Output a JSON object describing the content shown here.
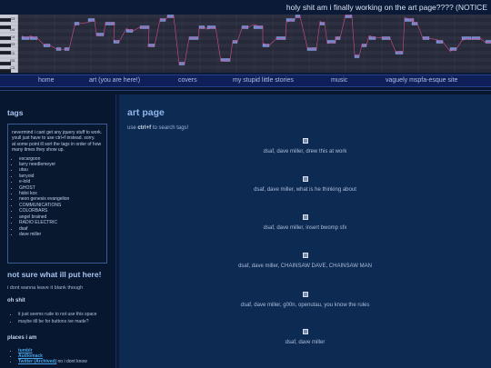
{
  "banner": {
    "marquee": "holy shit am i finally working on the art page???? (NOTICE",
    "piano_key_labels": [
      "G3",
      "D4",
      "C4",
      "G3",
      "E3",
      "D3",
      "C3"
    ]
  },
  "nav": {
    "items": [
      {
        "label": "home"
      },
      {
        "label": "art (you are here!)"
      },
      {
        "label": "covers"
      },
      {
        "label": "my stupid little stories"
      },
      {
        "label": "music"
      },
      {
        "label": "vaguely mspfa-esque site"
      }
    ]
  },
  "sidebar": {
    "tags_heading": "tags",
    "tags_note_1": "nevermind i cant get any jquery stuff to work. youll just have to use ctrl+f instead. sorry.",
    "tags_note_2": "at some point ill sort the tags in order of how many times they show up.",
    "tags": [
      "escargoon",
      "larry needlemeyer",
      "utau",
      "larryoid",
      "e-lold",
      "GHOST",
      "hidoi kox",
      "neon genesis evangelion",
      "COMMUNICATIONS",
      "COLORBARS",
      "angel brained",
      "RADIO ELECTRIC",
      "dsaf",
      "dave miller"
    ],
    "nsw_heading": "not sure what ill put here!",
    "nsw_text": "i dont wanna leave it blank though",
    "oh_shit_heading": "oh shit",
    "oh_shit_items": [
      "it just seems rude to not use this space",
      "maybe itll be for buttons ive made?"
    ],
    "places_heading": "places i am",
    "places": [
      {
        "link": "tumblr",
        "suffix": ""
      },
      {
        "link": "Audiomack",
        "suffix": ""
      },
      {
        "link": "Twitter (Archived)",
        "suffix": " no i dont know"
      }
    ]
  },
  "main": {
    "title": "art page",
    "hint_pre": "use ",
    "hint_key": "ctrl+f",
    "hint_post": " to search tags!",
    "entries": [
      {
        "caption": "dsaf, dave miller, drew this at work"
      },
      {
        "caption": "dsaf, dave miller, what is he thinking about"
      },
      {
        "caption": "dsaf, dave miller, insert bwomp sfx"
      },
      {
        "caption": "dsaf, dave miller, CHAINSAW DAVE, CHAINSAW MAN"
      },
      {
        "caption": "dsaf, dave miller, g00n, openutau, you know the rules"
      },
      {
        "caption": "dsaf, dave miller"
      }
    ]
  },
  "colors": {
    "background": "#06172f",
    "main_panel": "#0c2a52",
    "nav_bar": "#0f1f5a",
    "accent_heading": "#8fb6ea",
    "link": "#4aa3e6"
  }
}
